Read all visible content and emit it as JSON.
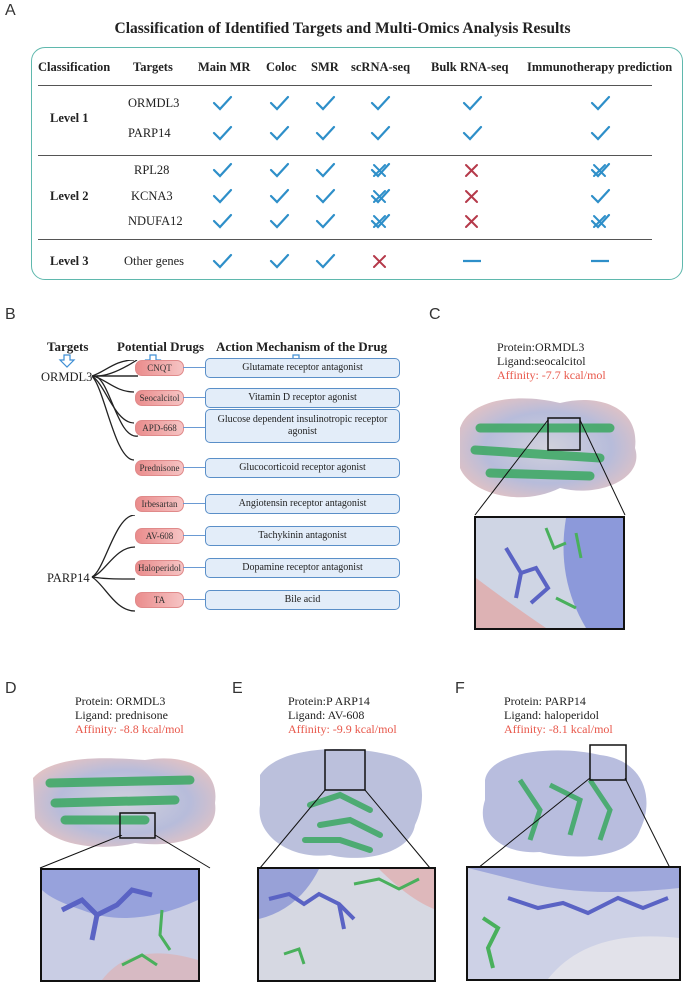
{
  "panels": {
    "a": "A",
    "b": "B",
    "c": "C",
    "d": "D",
    "e": "E",
    "f": "F"
  },
  "table": {
    "title": "Classification of Identified Targets and Multi-Omics Analysis Results",
    "headers": [
      "Classification",
      "Targets",
      "Main MR",
      "Coloc",
      "SMR",
      "scRNA-seq",
      "Bulk RNA-seq",
      "Immunotherapy prediction"
    ],
    "levels": [
      "Level 1",
      "Level 2",
      "Level 3"
    ],
    "rows": [
      {
        "target": "ORMDL3",
        "marks": [
          "check",
          "check",
          "check",
          "check",
          "check",
          "check"
        ]
      },
      {
        "target": "PARP14",
        "marks": [
          "check",
          "check",
          "check",
          "check",
          "check",
          "check"
        ]
      },
      {
        "target": "RPL28",
        "marks": [
          "check",
          "check",
          "check",
          "checkx",
          "x",
          "checkx"
        ]
      },
      {
        "target": "KCNA3",
        "marks": [
          "check",
          "check",
          "check",
          "checkx",
          "x",
          "check"
        ]
      },
      {
        "target": "NDUFA12",
        "marks": [
          "check",
          "check",
          "check",
          "checkx",
          "x",
          "checkx"
        ]
      },
      {
        "target": "Other genes",
        "marks": [
          "check",
          "check",
          "check",
          "x",
          "dash",
          "dash"
        ]
      }
    ],
    "colors": {
      "check": "#2e8fc9",
      "x": "#b5394a",
      "border": "#5fb8ad"
    }
  },
  "drugs": {
    "headers": {
      "targets": "Targets",
      "drugs": "Potential Drugs",
      "mechanism": "Action Mechanism of the Drug"
    },
    "groups": [
      {
        "target": "ORMDL3",
        "items": [
          {
            "drug": "CNQT",
            "mech": "Glutamate receptor antagonist"
          },
          {
            "drug": "Seocalcitol",
            "mech": "Vitamin D receptor agonist"
          },
          {
            "drug": "APD-668",
            "mech": "Glucose dependent insulinotropic receptor agonist"
          },
          {
            "drug": "Prednisone",
            "mech": "Glucocorticoid receptor agonist"
          }
        ]
      },
      {
        "target": "PARP14",
        "items": [
          {
            "drug": "Irbesartan",
            "mech": "Angiotensin receptor antagonist"
          },
          {
            "drug": "AV-608",
            "mech": "Tachykinin antagonist"
          },
          {
            "drug": "Haloperidol",
            "mech": "Dopamine receptor antagonist"
          },
          {
            "drug": "TA",
            "mech": "Bile acid"
          }
        ]
      }
    ]
  },
  "docking": {
    "c": {
      "protein": "Protein:ORMDL3",
      "ligand": "Ligand:seocalcitol",
      "affinity": "Affinity: -7.7 kcal/mol"
    },
    "d": {
      "protein": "Protein: ORMDL3",
      "ligand": "Ligand: prednisone",
      "affinity": "Affinity: -8.8 kcal/mol"
    },
    "e": {
      "protein": "Protein:P ARP14",
      "ligand": "Ligand: AV-608",
      "affinity": "Affinity: -9.9 kcal/mol"
    },
    "f": {
      "protein": "Protein: PARP14",
      "ligand": "Ligand: haloperidol",
      "affinity": "Affinity: -8.1 kcal/mol"
    }
  }
}
